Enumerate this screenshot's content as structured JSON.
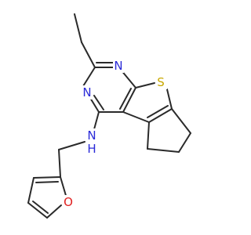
{
  "colors": {
    "background": "#ffffff",
    "bond": "#2a2a2a",
    "nitrogen": "#2a2ad8",
    "oxygen": "#e02020",
    "sulfur": "#c8a800"
  },
  "atoms": {
    "n_top": {
      "symbol": "N",
      "element": "nitrogen"
    },
    "n_left": {
      "symbol": "N",
      "element": "nitrogen"
    },
    "s_thiophene": {
      "symbol": "S",
      "element": "sulfur"
    },
    "nh_amine": {
      "symbol": "N",
      "hydrogen": "H",
      "element": "nitrogen"
    },
    "o_furan": {
      "symbol": "O",
      "element": "oxygen"
    }
  }
}
